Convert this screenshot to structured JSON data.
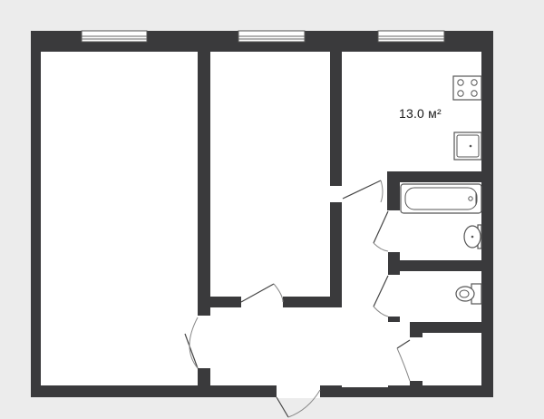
{
  "plan": {
    "rooms": [
      {
        "id": "room-large",
        "area_label": ""
      },
      {
        "id": "room-middle",
        "area_label": ""
      },
      {
        "id": "kitchen",
        "area_label": "13.0 м²"
      },
      {
        "id": "bathroom",
        "area_label": ""
      },
      {
        "id": "toilet",
        "area_label": ""
      },
      {
        "id": "hallway",
        "area_label": ""
      },
      {
        "id": "storage",
        "area_label": ""
      }
    ],
    "kitchen_area": "13.0 м²",
    "fixtures": [
      "stove-icon",
      "kitchen-sink-icon",
      "bathtub-icon",
      "washbasin-icon",
      "toilet-icon"
    ],
    "colors": {
      "wall": "#3a3a3c",
      "room": "#ffffff",
      "background": "#ececec"
    }
  }
}
